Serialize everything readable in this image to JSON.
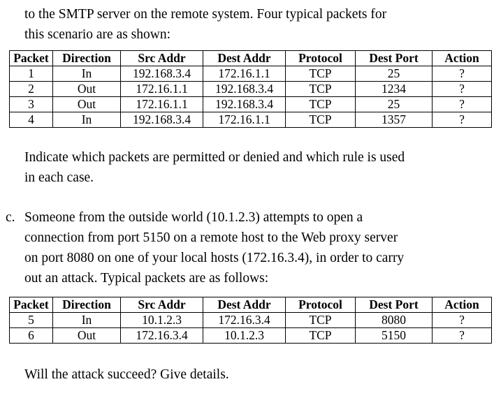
{
  "document": {
    "intro_paragraph": {
      "lines": [
        "to the SMTP server on the remote system. Four typical packets for",
        "this scenario are as shown:"
      ]
    },
    "table_1": {
      "headers": [
        "Packet",
        "Direction",
        "Src Addr",
        "Dest Addr",
        "Protocol",
        "Dest Port",
        "Action"
      ],
      "rows": [
        [
          "1",
          "In",
          "192.168.3.4",
          "172.16.1.1",
          "TCP",
          "25",
          "?"
        ],
        [
          "2",
          "Out",
          "172.16.1.1",
          "192.168.3.4",
          "TCP",
          "1234",
          "?"
        ],
        [
          "3",
          "Out",
          "172.16.1.1",
          "192.168.3.4",
          "TCP",
          "25",
          "?"
        ],
        [
          "4",
          "In",
          "192.168.3.4",
          "172.16.1.1",
          "TCP",
          "1357",
          "?"
        ]
      ]
    },
    "instruction_paragraph": {
      "lines": [
        "Indicate which packets are permitted or denied and which rule is used",
        "in each case."
      ]
    },
    "item_c": {
      "marker": "c.",
      "lines": [
        "Someone from the outside world (10.1.2.3) attempts to open a",
        "connection from port 5150 on a remote host to the Web proxy server",
        "on port 8080 on one of your local hosts (172.16.3.4), in order to carry",
        "out an attack. Typical packets are as follows:"
      ]
    },
    "table_2": {
      "headers": [
        "Packet",
        "Direction",
        "Src Addr",
        "Dest Addr",
        "Protocol",
        "Dest Port",
        "Action"
      ],
      "rows": [
        [
          "5",
          "In",
          "10.1.2.3",
          "172.16.3.4",
          "TCP",
          "8080",
          "?"
        ],
        [
          "6",
          "Out",
          "172.16.3.4",
          "10.1.2.3",
          "TCP",
          "5150",
          "?"
        ]
      ]
    },
    "closing_paragraph": {
      "lines": [
        "Will the attack succeed? Give details."
      ]
    }
  },
  "colors": {
    "page_background": "#ffffff",
    "text": "#000000",
    "table_border": "#000000"
  }
}
